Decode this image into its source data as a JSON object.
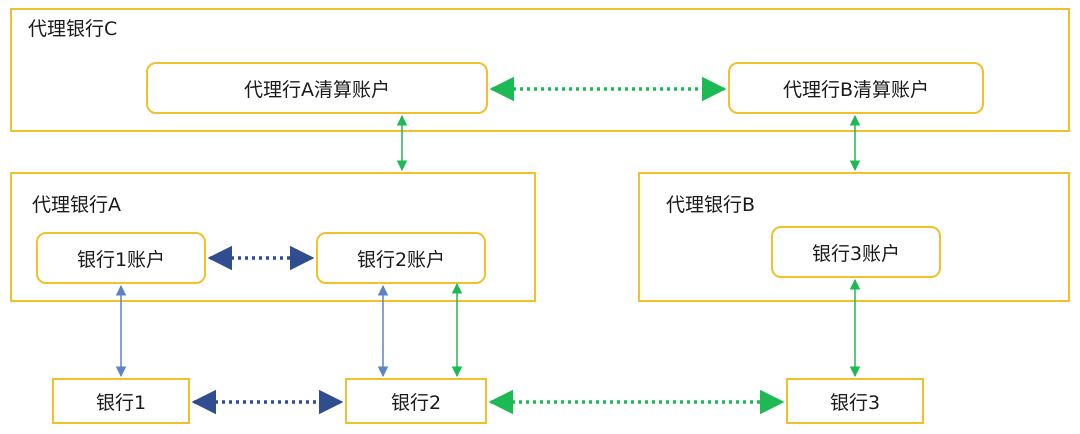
{
  "groups": {
    "agent_bank_c": "代理银行C",
    "agent_bank_a": "代理银行A",
    "agent_bank_b": "代理银行B"
  },
  "accounts": {
    "agent_a_clearing": "代理行A清算账户",
    "agent_b_clearing": "代理行B清算账户",
    "bank1_account": "银行1账户",
    "bank2_account": "银行2账户",
    "bank3_account": "银行3账户"
  },
  "banks": {
    "bank1": "银行1",
    "bank2": "银行2",
    "bank3": "银行3"
  },
  "colors": {
    "box_border": "#f2c02c",
    "green": "#1db954",
    "blue_dark": "#2f4d8f",
    "blue_light": "#5b84c6"
  }
}
